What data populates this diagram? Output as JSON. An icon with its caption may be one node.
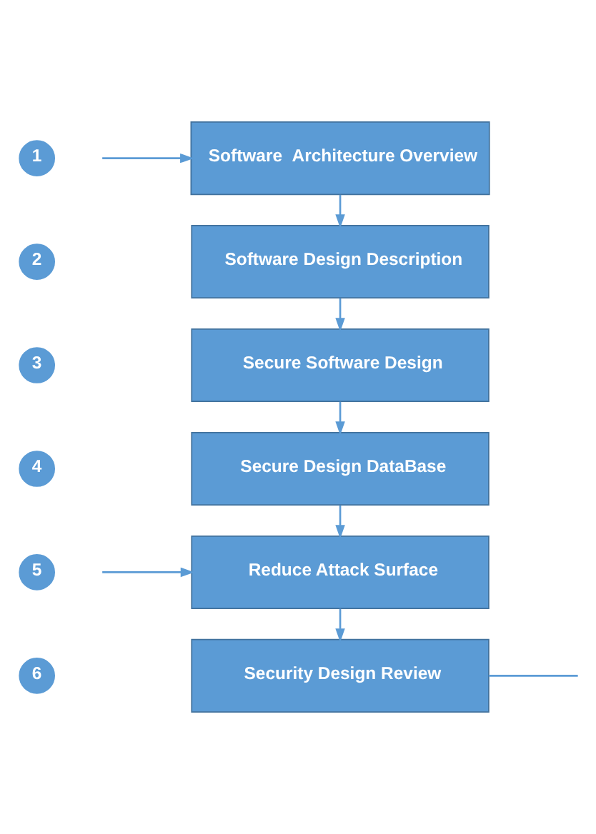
{
  "diagram": {
    "nodes": [
      {
        "text": [
          "1"
        ]
      },
      {
        "text": [
          "Software  Architecture Overview"
        ]
      },
      {
        "text": [
          "2"
        ]
      },
      {
        "text": [
          "Software Design Description"
        ]
      },
      {
        "text": [
          "3"
        ]
      },
      {
        "text": [
          "Secure Software Design"
        ]
      },
      {
        "text": [
          "4"
        ]
      },
      {
        "text": [
          "Secure Design DataBase"
        ]
      },
      {
        "text": [
          "5"
        ]
      },
      {
        "text": [
          "Reduce Attack Surface"
        ]
      },
      {
        "text": [
          "6"
        ]
      },
      {
        "text": [
          "Security Design Review"
        ]
      }
    ],
    "edges": [
      {
        "from": 1,
        "to": 3,
        "arrow": "to"
      },
      {
        "from": 3,
        "to": 5,
        "arrow": "to"
      },
      {
        "from": 5,
        "to": 7,
        "arrow": "to"
      },
      {
        "from": 7,
        "to": 9,
        "arrow": "to"
      },
      {
        "from": 9,
        "to": 11,
        "arrow": "to"
      },
      {
        "from": null,
        "to": 1,
        "arrow": "to"
      },
      {
        "from": null,
        "to": 9,
        "arrow": "to"
      },
      {
        "from": 11,
        "to": null,
        "arrow": "none"
      }
    ]
  }
}
